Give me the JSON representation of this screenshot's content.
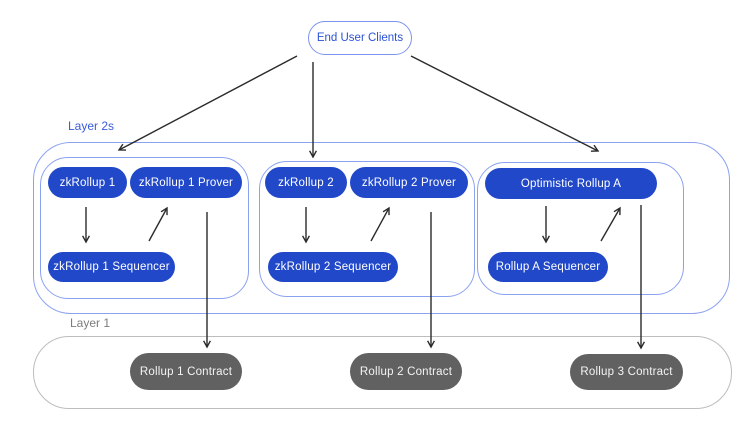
{
  "end_user_clients": "End User Clients",
  "layer2": {
    "label": "Layer 2s",
    "groups": [
      {
        "nodes": [
          "zkRollup 1",
          "zkRollup 1 Prover",
          "zkRollup 1 Sequencer"
        ]
      },
      {
        "nodes": [
          "zkRollup 2",
          "zkRollup 2 Prover",
          "zkRollup 2 Sequencer"
        ]
      },
      {
        "nodes": [
          "Optimistic Rollup A",
          "Rollup A Sequencer"
        ]
      }
    ]
  },
  "layer1": {
    "label": "Layer 1",
    "contracts": [
      "Rollup 1 Contract",
      "Rollup 2 Contract",
      "Rollup 3 Contract"
    ]
  },
  "colors": {
    "node_blue": "#2148c9",
    "layer2_border_blue": "#8ba2f0",
    "end_user_border_blue": "#7e92f0",
    "end_user_text_blue": "#2b52d4",
    "layer2_label_blue": "#3a5cd8",
    "layer1_label_gray": "#7c7c7c",
    "layer1_border_gray": "#bdbdbd",
    "contract_gray": "#616161",
    "arrow_color": "#2b2b2b"
  }
}
